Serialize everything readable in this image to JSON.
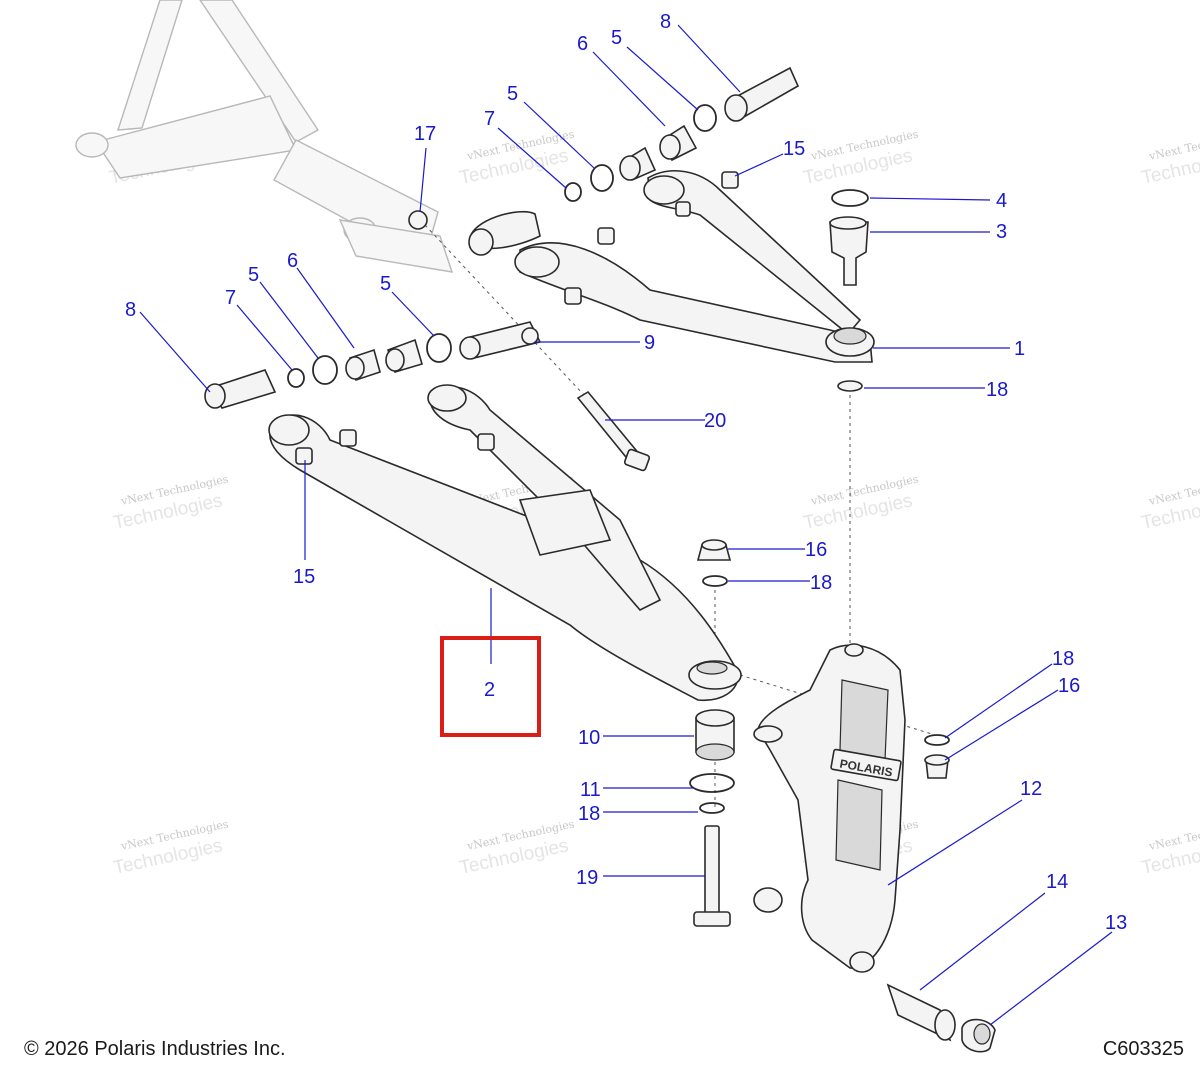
{
  "watermark": {
    "line1": "vNext Technologies",
    "line2": "Technologies"
  },
  "highlight_color": "#d91e18",
  "callout_color": "#1a1acc",
  "callouts": [
    {
      "id": "c8a",
      "label": "8"
    },
    {
      "id": "c6a",
      "label": "6"
    },
    {
      "id": "c5a",
      "label": "5"
    },
    {
      "id": "c5b",
      "label": "5"
    },
    {
      "id": "c7a",
      "label": "7"
    },
    {
      "id": "c17",
      "label": "17"
    },
    {
      "id": "c15a",
      "label": "15"
    },
    {
      "id": "c4",
      "label": "4"
    },
    {
      "id": "c3",
      "label": "3"
    },
    {
      "id": "c1",
      "label": "1"
    },
    {
      "id": "c18a",
      "label": "18"
    },
    {
      "id": "c8b",
      "label": "8"
    },
    {
      "id": "c7b",
      "label": "7"
    },
    {
      "id": "c5c",
      "label": "5"
    },
    {
      "id": "c6b",
      "label": "6"
    },
    {
      "id": "c5d",
      "label": "5"
    },
    {
      "id": "c9",
      "label": "9"
    },
    {
      "id": "c20",
      "label": "20"
    },
    {
      "id": "c15b",
      "label": "15"
    },
    {
      "id": "c16a",
      "label": "16"
    },
    {
      "id": "c18b",
      "label": "18"
    },
    {
      "id": "c2",
      "label": "2"
    },
    {
      "id": "c18c",
      "label": "18"
    },
    {
      "id": "c16b",
      "label": "16"
    },
    {
      "id": "c10",
      "label": "10"
    },
    {
      "id": "c12",
      "label": "12"
    },
    {
      "id": "c11",
      "label": "11"
    },
    {
      "id": "c18d",
      "label": "18"
    },
    {
      "id": "c19",
      "label": "19"
    },
    {
      "id": "c14",
      "label": "14"
    },
    {
      "id": "c13",
      "label": "13"
    }
  ],
  "knuckle_brand": "POLARIS",
  "footer": {
    "copyright": "© 2026 Polaris Industries Inc.",
    "drawing_id": "C603325"
  }
}
